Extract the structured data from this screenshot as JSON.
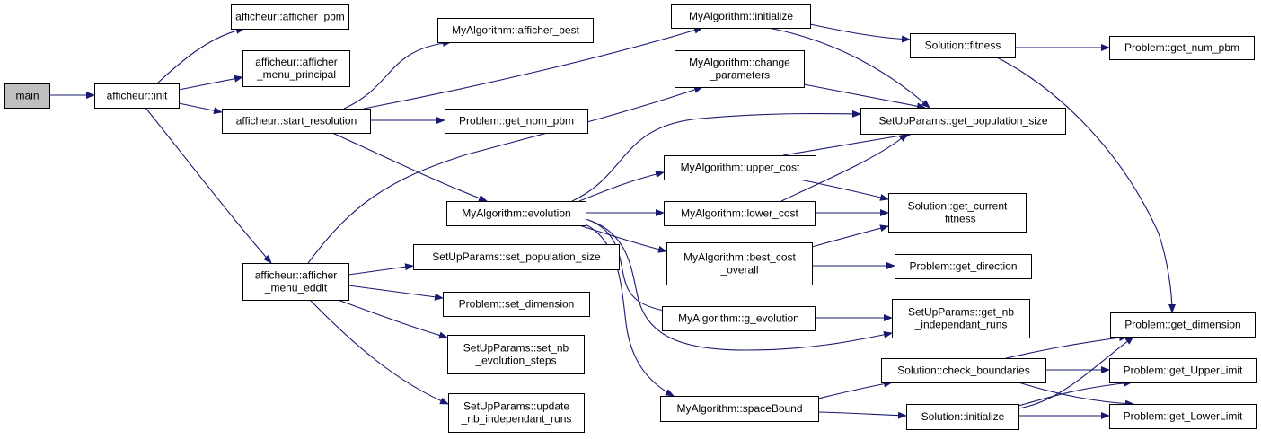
{
  "colors": {
    "edge": "#191970",
    "node_fill": "#ffffff",
    "root_fill": "#bfbfbf",
    "border": "#000000"
  },
  "nodes": [
    {
      "id": "main",
      "lines": [
        "main"
      ],
      "root": true
    },
    {
      "id": "afficheur_init",
      "lines": [
        "afficheur::init"
      ]
    },
    {
      "id": "afficheur_afficher_pbm",
      "lines": [
        "afficheur::afficher_pbm"
      ]
    },
    {
      "id": "afficheur_afficher_menu_principal",
      "lines": [
        "afficheur::afficher",
        "_menu_principal"
      ]
    },
    {
      "id": "afficheur_start_resolution",
      "lines": [
        "afficheur::start_resolution"
      ]
    },
    {
      "id": "afficheur_afficher_menu_eddit",
      "lines": [
        "afficheur::afficher",
        "_menu_eddit"
      ]
    },
    {
      "id": "myalgorithm_afficher_best",
      "lines": [
        "MyAlgorithm::afficher_best"
      ]
    },
    {
      "id": "problem_get_nom_pbm",
      "lines": [
        "Problem::get_nom_pbm"
      ]
    },
    {
      "id": "myalgorithm_initialize",
      "lines": [
        "MyAlgorithm::initialize"
      ]
    },
    {
      "id": "myalgorithm_change_parameters",
      "lines": [
        "MyAlgorithm::change",
        "_parameters"
      ]
    },
    {
      "id": "myalgorithm_evolution",
      "lines": [
        "MyAlgorithm::evolution"
      ]
    },
    {
      "id": "setupparams_set_population_size",
      "lines": [
        "SetUpParams::set_population_size"
      ]
    },
    {
      "id": "problem_set_dimension",
      "lines": [
        "Problem::set_dimension"
      ]
    },
    {
      "id": "setupparams_set_nb_evolution_steps",
      "lines": [
        "SetUpParams::set_nb",
        "_evolution_steps"
      ]
    },
    {
      "id": "setupparams_update_nb_independant_runs",
      "lines": [
        "SetUpParams::update",
        "_nb_independant_runs"
      ]
    },
    {
      "id": "solution_fitness",
      "lines": [
        "Solution::fitness"
      ]
    },
    {
      "id": "setupparams_get_population_size",
      "lines": [
        "SetUpParams::get_population_size"
      ]
    },
    {
      "id": "myalgorithm_upper_cost",
      "lines": [
        "MyAlgorithm::upper_cost"
      ]
    },
    {
      "id": "myalgorithm_lower_cost",
      "lines": [
        "MyAlgorithm::lower_cost"
      ]
    },
    {
      "id": "myalgorithm_best_cost_overall",
      "lines": [
        "MyAlgorithm::best_cost",
        "_overall"
      ]
    },
    {
      "id": "myalgorithm_g_evolution",
      "lines": [
        "MyAlgorithm::g_evolution"
      ]
    },
    {
      "id": "myalgorithm_spacebound",
      "lines": [
        "MyAlgorithm::spaceBound"
      ]
    },
    {
      "id": "solution_get_current_fitness",
      "lines": [
        "Solution::get_current",
        "_fitness"
      ]
    },
    {
      "id": "problem_get_direction",
      "lines": [
        "Problem::get_direction"
      ]
    },
    {
      "id": "setupparams_get_nb_independant_runs",
      "lines": [
        "SetUpParams::get_nb",
        "_independant_runs"
      ]
    },
    {
      "id": "solution_check_boundaries",
      "lines": [
        "Solution::check_boundaries"
      ]
    },
    {
      "id": "solution_initialize",
      "lines": [
        "Solution::initialize"
      ]
    },
    {
      "id": "problem_get_num_pbm",
      "lines": [
        "Problem::get_num_pbm"
      ]
    },
    {
      "id": "problem_get_dimension",
      "lines": [
        "Problem::get_dimension"
      ]
    },
    {
      "id": "problem_get_upperlimit",
      "lines": [
        "Problem::get_UpperLimit"
      ]
    },
    {
      "id": "problem_get_lowerlimit",
      "lines": [
        "Problem::get_LowerLimit"
      ]
    }
  ],
  "edges": [
    {
      "from": "main",
      "to": "afficheur_init"
    },
    {
      "from": "afficheur_init",
      "to": "afficheur_afficher_pbm"
    },
    {
      "from": "afficheur_init",
      "to": "afficheur_afficher_menu_principal"
    },
    {
      "from": "afficheur_init",
      "to": "afficheur_start_resolution"
    },
    {
      "from": "afficheur_init",
      "to": "afficheur_afficher_menu_eddit"
    },
    {
      "from": "afficheur_start_resolution",
      "to": "myalgorithm_afficher_best"
    },
    {
      "from": "afficheur_start_resolution",
      "to": "myalgorithm_initialize"
    },
    {
      "from": "afficheur_start_resolution",
      "to": "problem_get_nom_pbm"
    },
    {
      "from": "afficheur_start_resolution",
      "to": "myalgorithm_evolution"
    },
    {
      "from": "afficheur_afficher_menu_eddit",
      "to": "myalgorithm_change_parameters"
    },
    {
      "from": "afficheur_afficher_menu_eddit",
      "to": "setupparams_set_population_size"
    },
    {
      "from": "afficheur_afficher_menu_eddit",
      "to": "problem_set_dimension"
    },
    {
      "from": "afficheur_afficher_menu_eddit",
      "to": "setupparams_set_nb_evolution_steps"
    },
    {
      "from": "afficheur_afficher_menu_eddit",
      "to": "setupparams_update_nb_independant_runs"
    },
    {
      "from": "myalgorithm_initialize",
      "to": "solution_fitness"
    },
    {
      "from": "myalgorithm_initialize",
      "to": "setupparams_get_population_size"
    },
    {
      "from": "myalgorithm_change_parameters",
      "to": "setupparams_get_population_size"
    },
    {
      "from": "myalgorithm_evolution",
      "to": "setupparams_get_population_size"
    },
    {
      "from": "myalgorithm_evolution",
      "to": "myalgorithm_upper_cost"
    },
    {
      "from": "myalgorithm_evolution",
      "to": "myalgorithm_lower_cost"
    },
    {
      "from": "myalgorithm_evolution",
      "to": "myalgorithm_best_cost_overall"
    },
    {
      "from": "myalgorithm_evolution",
      "to": "myalgorithm_g_evolution"
    },
    {
      "from": "myalgorithm_evolution",
      "to": "setupparams_get_nb_independant_runs"
    },
    {
      "from": "myalgorithm_evolution",
      "to": "myalgorithm_spacebound"
    },
    {
      "from": "myalgorithm_upper_cost",
      "to": "setupparams_get_population_size"
    },
    {
      "from": "myalgorithm_upper_cost",
      "to": "solution_get_current_fitness"
    },
    {
      "from": "myalgorithm_lower_cost",
      "to": "setupparams_get_population_size"
    },
    {
      "from": "myalgorithm_lower_cost",
      "to": "solution_get_current_fitness"
    },
    {
      "from": "myalgorithm_best_cost_overall",
      "to": "solution_get_current_fitness"
    },
    {
      "from": "myalgorithm_best_cost_overall",
      "to": "problem_get_direction"
    },
    {
      "from": "myalgorithm_g_evolution",
      "to": "setupparams_get_nb_independant_runs"
    },
    {
      "from": "myalgorithm_spacebound",
      "to": "solution_check_boundaries"
    },
    {
      "from": "myalgorithm_spacebound",
      "to": "solution_initialize"
    },
    {
      "from": "solution_fitness",
      "to": "problem_get_num_pbm"
    },
    {
      "from": "solution_fitness",
      "to": "problem_get_dimension"
    },
    {
      "from": "solution_check_boundaries",
      "to": "problem_get_dimension"
    },
    {
      "from": "solution_check_boundaries",
      "to": "problem_get_upperlimit"
    },
    {
      "from": "solution_check_boundaries",
      "to": "problem_get_lowerlimit"
    },
    {
      "from": "solution_initialize",
      "to": "problem_get_dimension"
    },
    {
      "from": "solution_initialize",
      "to": "problem_get_upperlimit"
    },
    {
      "from": "solution_initialize",
      "to": "problem_get_lowerlimit"
    }
  ]
}
